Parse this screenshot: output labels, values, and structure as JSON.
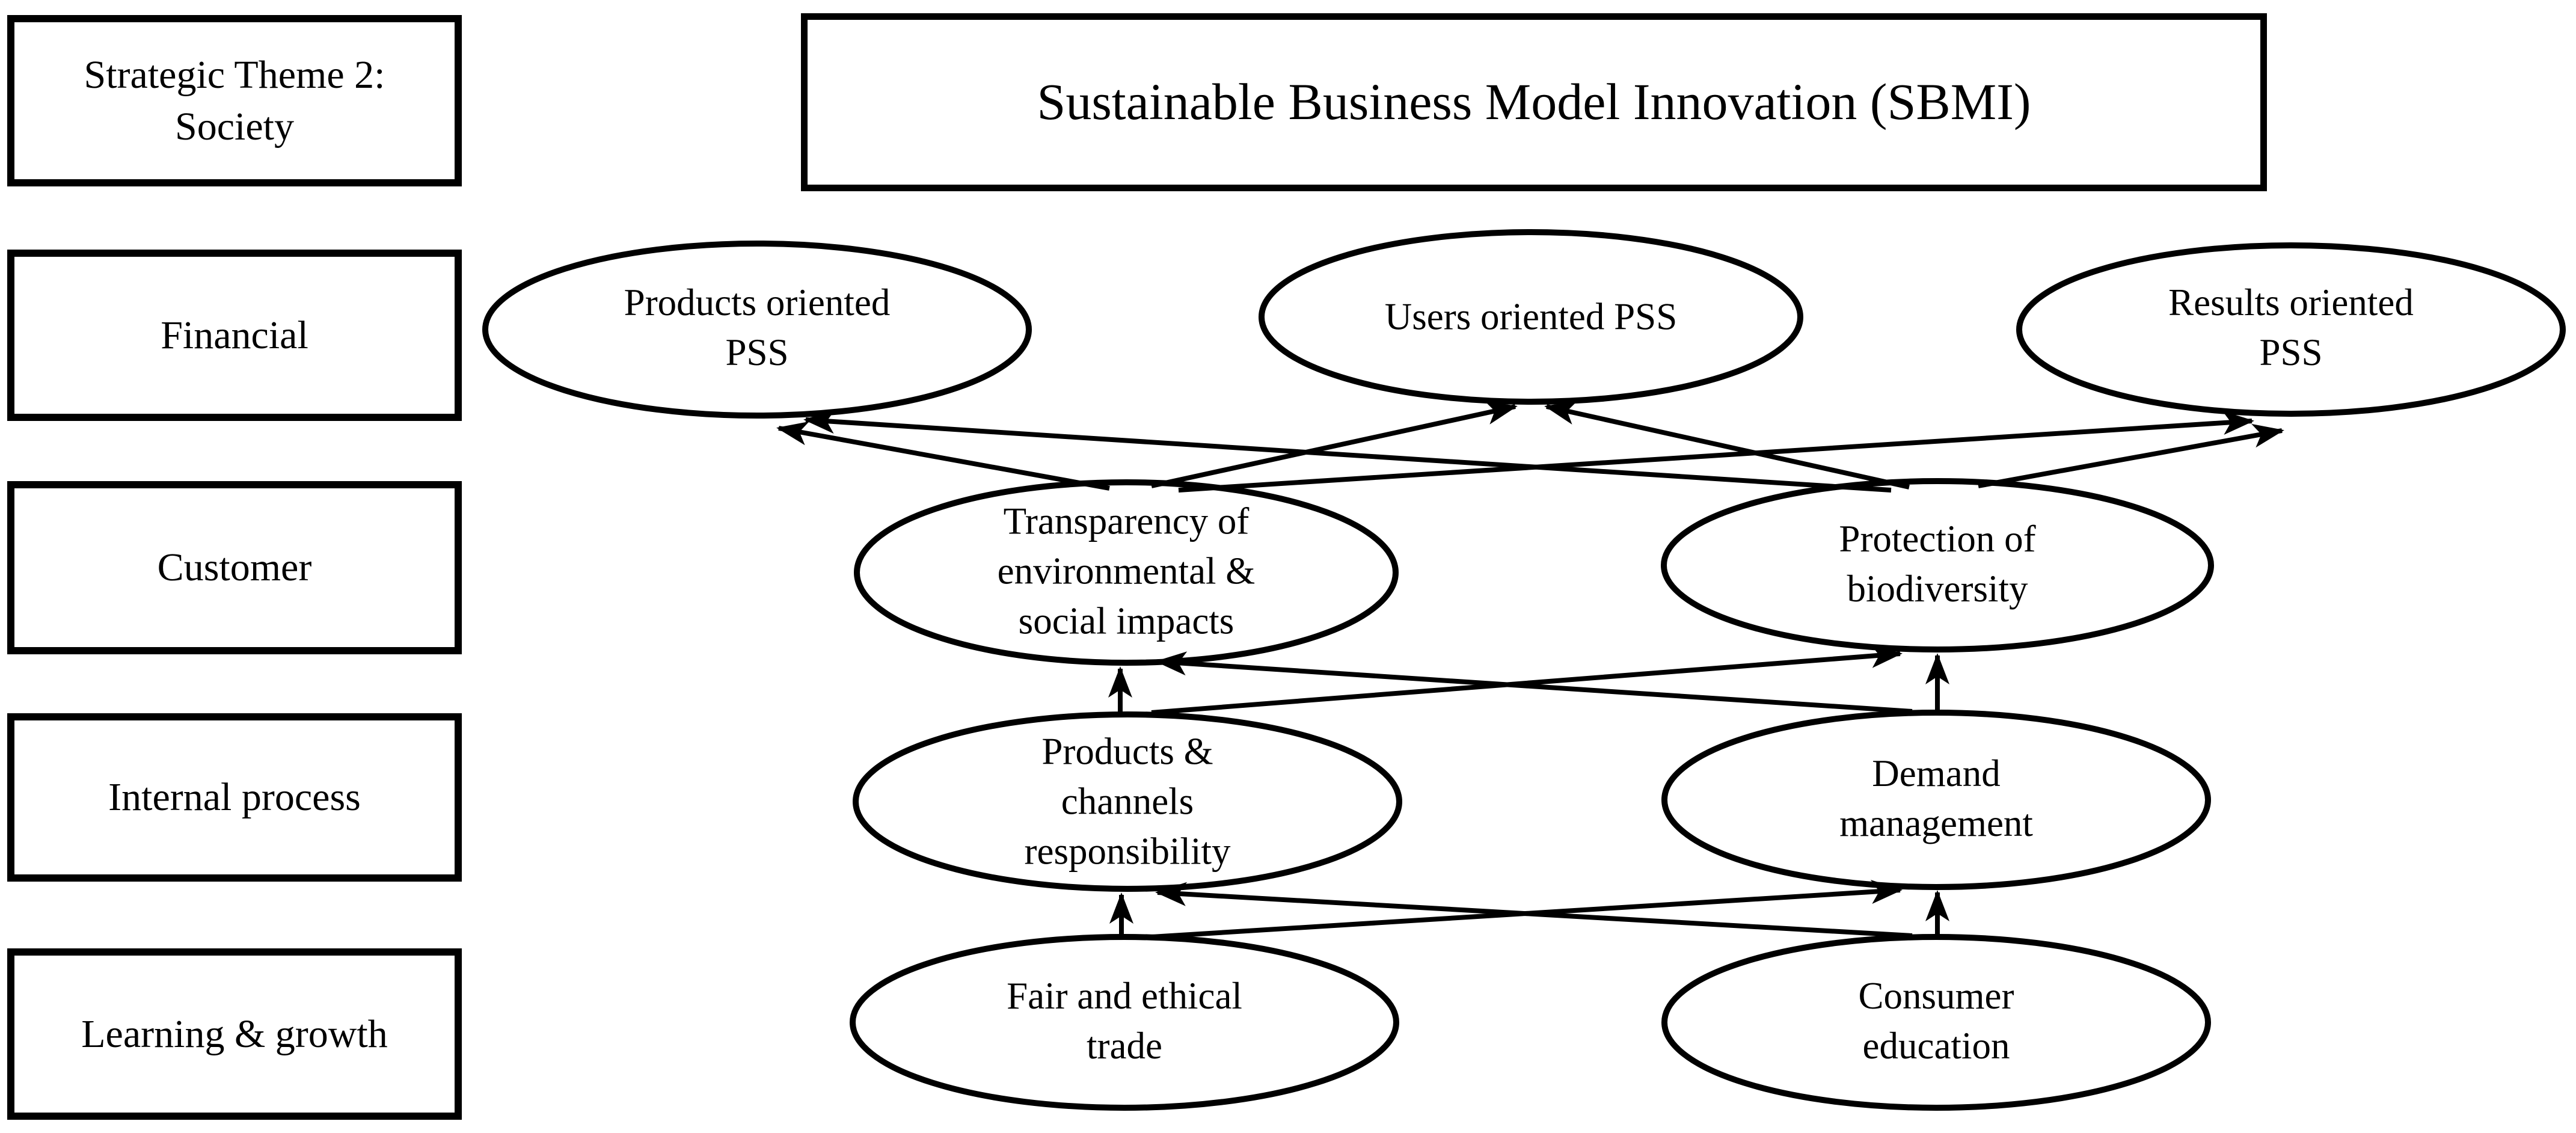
{
  "colors": {
    "ink": "#000000",
    "background": "#ffffff"
  },
  "sidebar": {
    "theme_box": "Strategic Theme 2:\nSociety",
    "perspectives": [
      "Financial",
      "Customer",
      "Internal process",
      "Learning & growth"
    ]
  },
  "header": {
    "title": "Sustainable Business Model Innovation (SBMI)"
  },
  "nodes": {
    "products_pss": "Products oriented\nPSS",
    "users_pss": "Users oriented PSS",
    "results_pss": "Results oriented\nPSS",
    "transparency": "Transparency of\nenvironmental &\nsocial impacts",
    "biodiversity": "Protection of\nbiodiversity",
    "products_channels": "Products &\nchannels\nresponsibility",
    "demand": "Demand\nmanagement",
    "fair_trade": "Fair and ethical\ntrade",
    "consumer_education": "Consumer\neducation"
  },
  "connections": [
    {
      "from": "transparency",
      "to": "products_pss"
    },
    {
      "from": "transparency",
      "to": "users_pss"
    },
    {
      "from": "transparency",
      "to": "results_pss"
    },
    {
      "from": "biodiversity",
      "to": "products_pss"
    },
    {
      "from": "biodiversity",
      "to": "users_pss"
    },
    {
      "from": "biodiversity",
      "to": "results_pss"
    },
    {
      "from": "products_channels",
      "to": "transparency"
    },
    {
      "from": "products_channels",
      "to": "biodiversity"
    },
    {
      "from": "demand",
      "to": "transparency"
    },
    {
      "from": "demand",
      "to": "biodiversity"
    },
    {
      "from": "fair_trade",
      "to": "products_channels"
    },
    {
      "from": "fair_trade",
      "to": "demand"
    },
    {
      "from": "consumer_education",
      "to": "products_channels"
    },
    {
      "from": "consumer_education",
      "to": "demand"
    }
  ]
}
